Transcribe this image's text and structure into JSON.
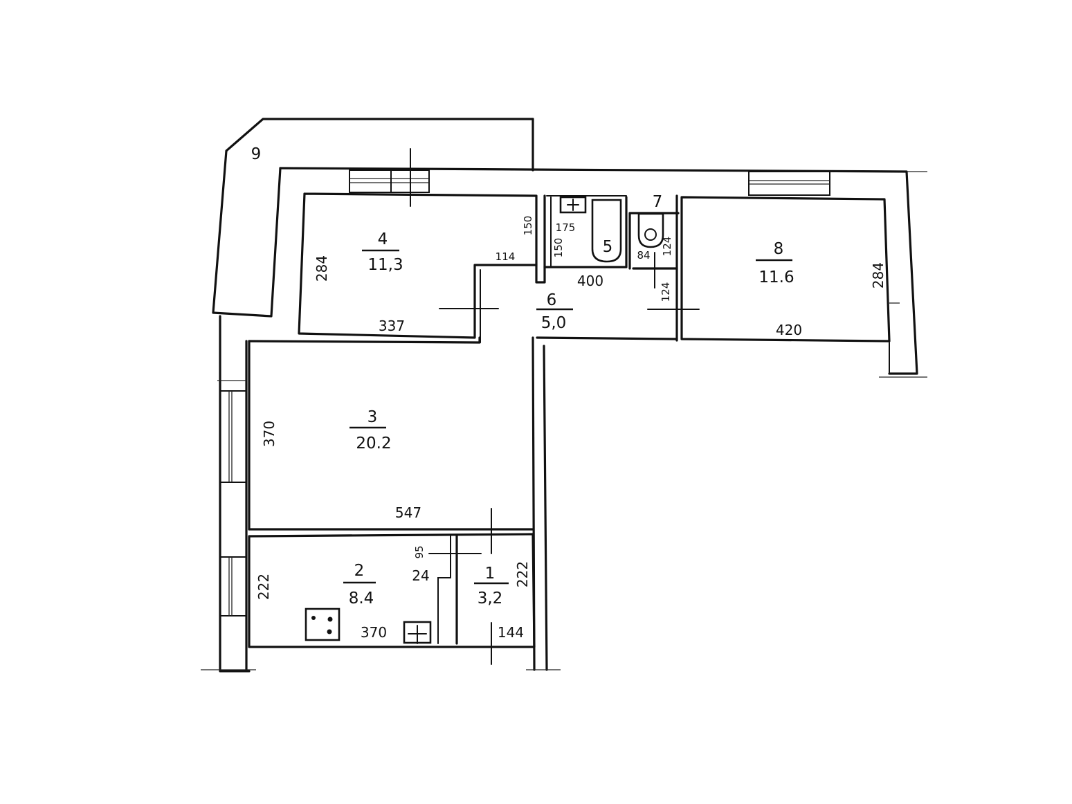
{
  "plan": {
    "rooms": [
      {
        "number": "1",
        "area": "3,2"
      },
      {
        "number": "2",
        "area": "8.4"
      },
      {
        "number": "3",
        "area": "20.2"
      },
      {
        "number": "4",
        "area": "11,3"
      },
      {
        "number": "5",
        "area": ""
      },
      {
        "number": "6",
        "area": "5,0"
      },
      {
        "number": "7",
        "area": ""
      },
      {
        "number": "8",
        "area": "11.6"
      },
      {
        "number": "9",
        "area": ""
      }
    ],
    "dimensions": {
      "room4_height": "284",
      "room4_width": "337",
      "room4_step": "114",
      "room4_side": "150",
      "bath_width": "175",
      "bath_depth": "150",
      "corridor_width": "400",
      "wc_width": "84",
      "wc_door": "124",
      "corridor_door": "124",
      "room8_height": "284",
      "room8_width": "420",
      "room3_height": "370",
      "room3_width": "547",
      "room2_height": "222",
      "room2_width": "370",
      "room2_niche_a": "95",
      "room2_niche_b": "24",
      "room1_height": "222",
      "room1_width": "144"
    },
    "fixtures": {
      "bathtub_label": "5",
      "stove": "stove-icon",
      "sink": "sink-icon",
      "toilet": "toilet-icon"
    }
  }
}
